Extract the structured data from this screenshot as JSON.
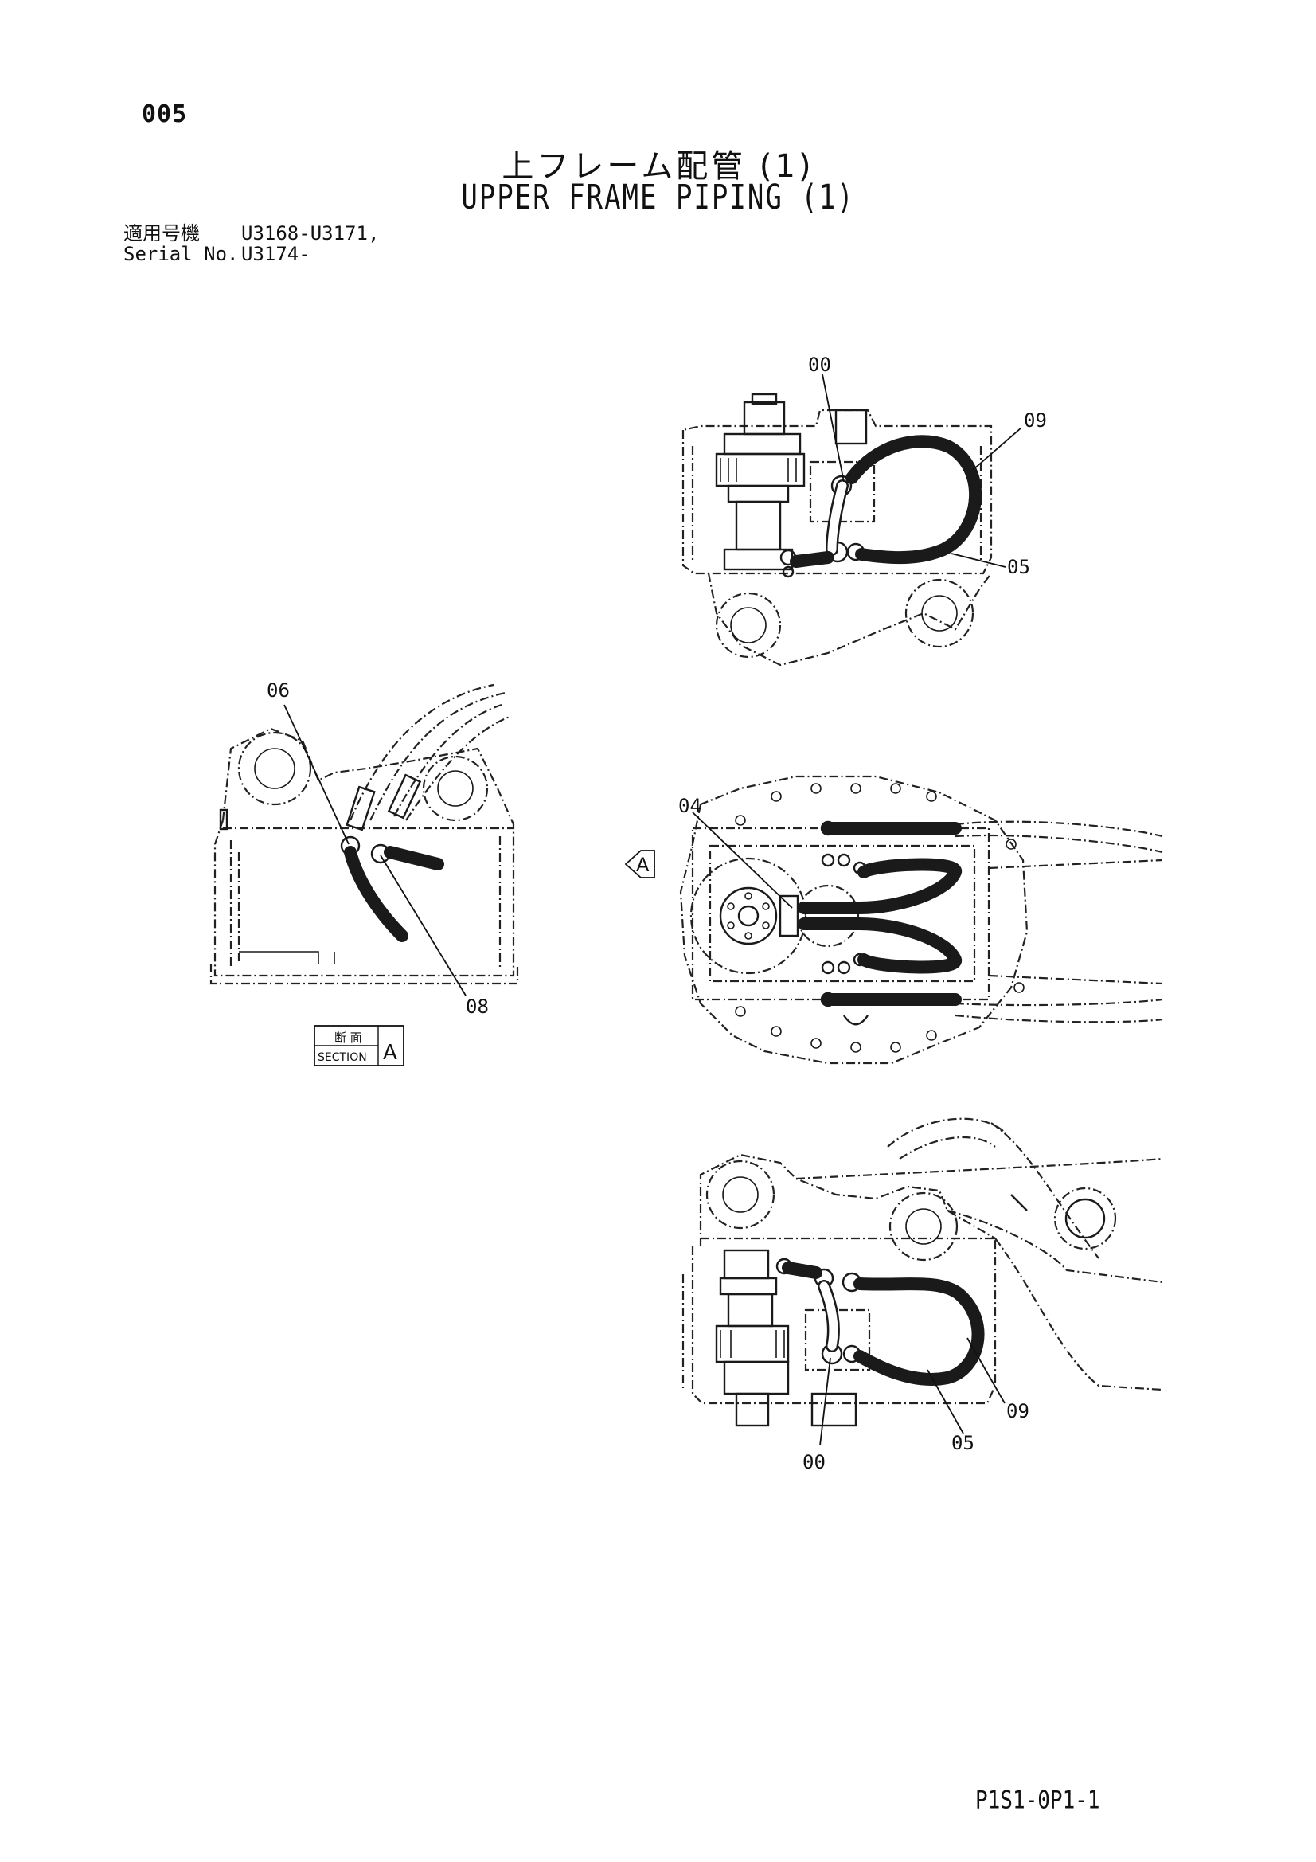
{
  "page_number": "005",
  "title_jp": "上フレーム配管 (1)",
  "title_en": "UPPER FRAME PIPING (1)",
  "applicability": {
    "label_jp": "適用号機",
    "label_en": "Serial No.",
    "value_line1": "U3168-U3171,",
    "value_line2": "U3174-"
  },
  "callouts": {
    "top_00": "00",
    "top_09": "09",
    "top_05": "05",
    "sec_06": "06",
    "sec_08": "08",
    "plan_04": "04",
    "bottom_05": "05",
    "bottom_09": "09",
    "bottom_00": "00"
  },
  "view_marker": "A",
  "section_label": {
    "jp": "断 面",
    "en": "SECTION",
    "letter": "A"
  },
  "doc_code": "P1S1-0P1-1"
}
